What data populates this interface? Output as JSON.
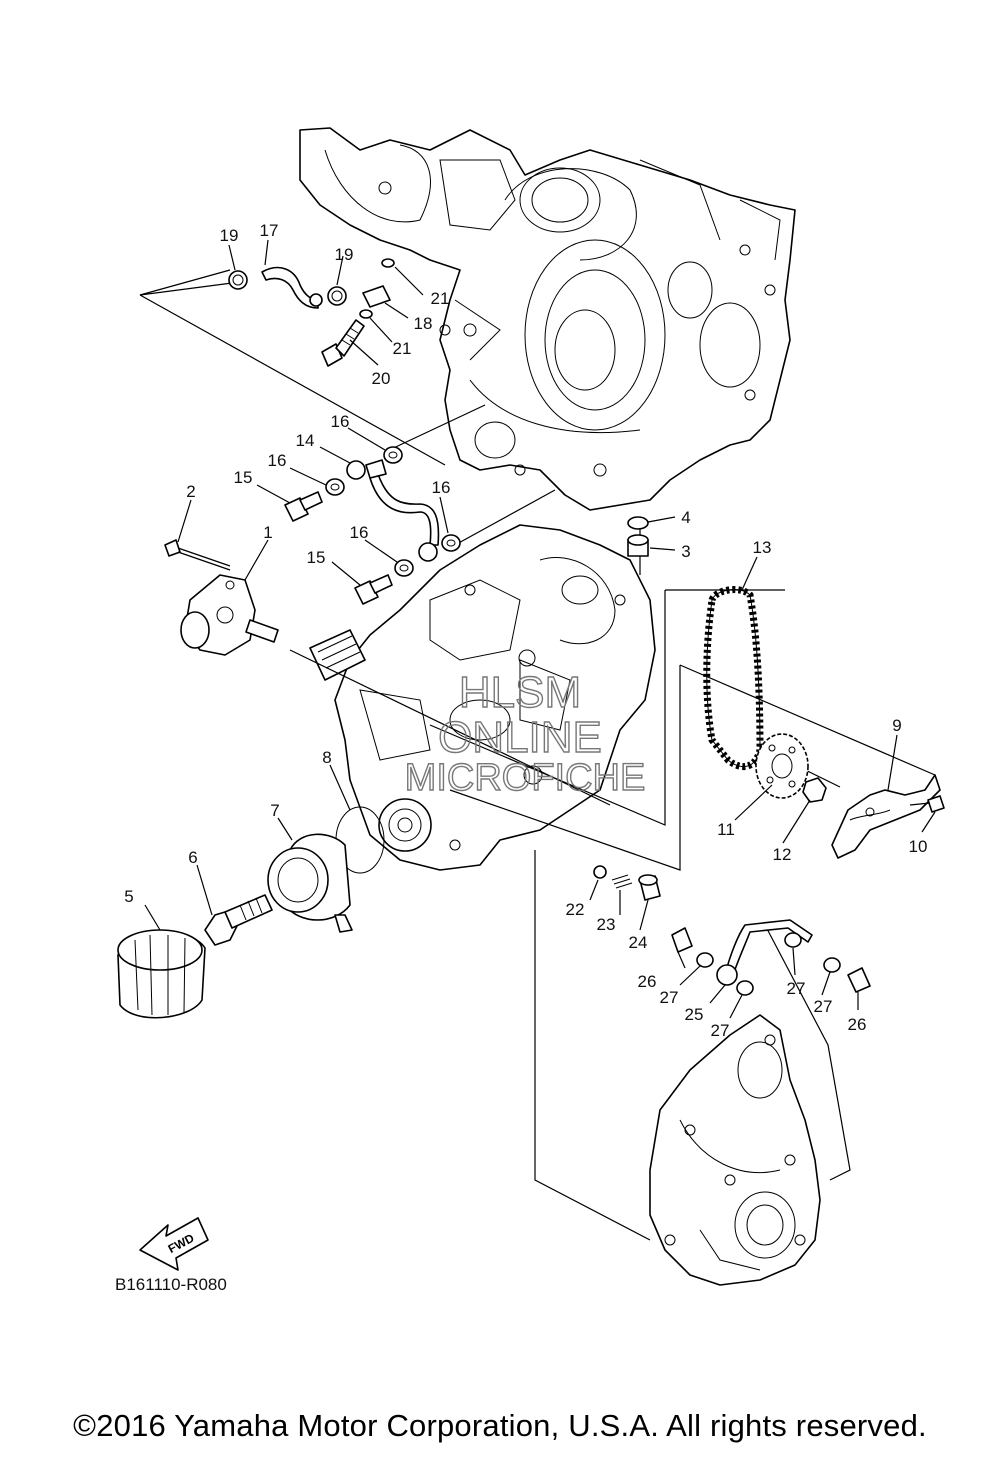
{
  "diagram": {
    "callouts": [
      {
        "id": "c1",
        "label": "1"
      },
      {
        "id": "c2",
        "label": "2"
      },
      {
        "id": "c3",
        "label": "3"
      },
      {
        "id": "c4",
        "label": "4"
      },
      {
        "id": "c5",
        "label": "5"
      },
      {
        "id": "c6",
        "label": "6"
      },
      {
        "id": "c7",
        "label": "7"
      },
      {
        "id": "c8",
        "label": "8"
      },
      {
        "id": "c9",
        "label": "9"
      },
      {
        "id": "c10",
        "label": "10"
      },
      {
        "id": "c11",
        "label": "11"
      },
      {
        "id": "c12",
        "label": "12"
      },
      {
        "id": "c13",
        "label": "13"
      },
      {
        "id": "c14",
        "label": "14"
      },
      {
        "id": "c15a",
        "label": "15"
      },
      {
        "id": "c15b",
        "label": "15"
      },
      {
        "id": "c16a",
        "label": "16"
      },
      {
        "id": "c16b",
        "label": "16"
      },
      {
        "id": "c16c",
        "label": "16"
      },
      {
        "id": "c16d",
        "label": "16"
      },
      {
        "id": "c17",
        "label": "17"
      },
      {
        "id": "c18",
        "label": "18"
      },
      {
        "id": "c19a",
        "label": "19"
      },
      {
        "id": "c19b",
        "label": "19"
      },
      {
        "id": "c20",
        "label": "20"
      },
      {
        "id": "c21a",
        "label": "21"
      },
      {
        "id": "c21b",
        "label": "21"
      },
      {
        "id": "c22",
        "label": "22"
      },
      {
        "id": "c23",
        "label": "23"
      },
      {
        "id": "c24",
        "label": "24"
      },
      {
        "id": "c25",
        "label": "25"
      },
      {
        "id": "c26a",
        "label": "26"
      },
      {
        "id": "c26b",
        "label": "26"
      },
      {
        "id": "c27a",
        "label": "27"
      },
      {
        "id": "c27b",
        "label": "27"
      },
      {
        "id": "c27c",
        "label": "27"
      },
      {
        "id": "c27d",
        "label": "27"
      }
    ],
    "fwd_label": "FWD",
    "diagram_code": "B161110-R080",
    "watermark": [
      "HLSM",
      "ONLINE",
      "MICROFICHE"
    ]
  },
  "footer": {
    "copyright": "©2016 Yamaha Motor Corporation, U.S.A. All rights reserved."
  }
}
